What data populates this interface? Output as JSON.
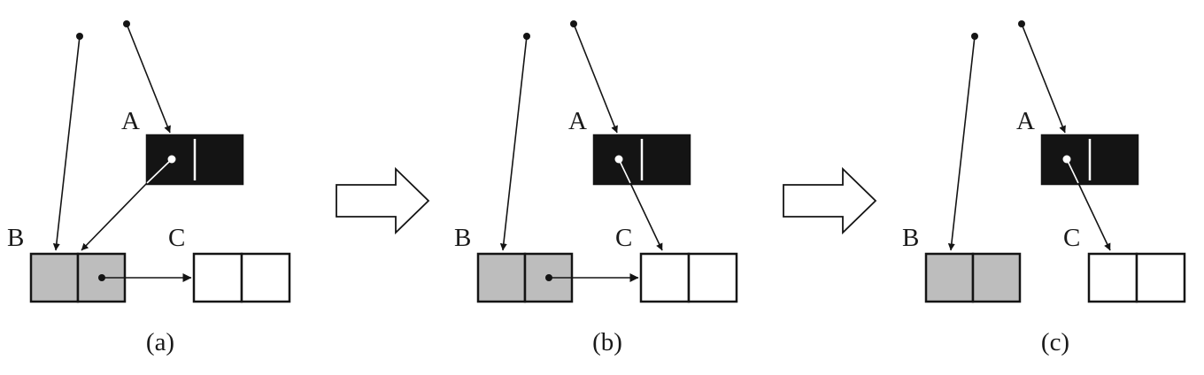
{
  "panels": [
    {
      "caption": "(a)",
      "labels": {
        "a": "A",
        "b": "B",
        "c": "C"
      },
      "a_points_to": "B",
      "b_points_to_c": true
    },
    {
      "caption": "(b)",
      "labels": {
        "a": "A",
        "b": "B",
        "c": "C"
      },
      "a_points_to": "C",
      "b_points_to_c": true
    },
    {
      "caption": "(c)",
      "labels": {
        "a": "A",
        "b": "B",
        "c": "C"
      },
      "a_points_to": "C",
      "b_points_to_c": false
    }
  ],
  "colors": {
    "a_fill": "#141414",
    "b_fill": "#bdbdbd",
    "c_fill": "#ffffff",
    "ink": "#141414"
  }
}
